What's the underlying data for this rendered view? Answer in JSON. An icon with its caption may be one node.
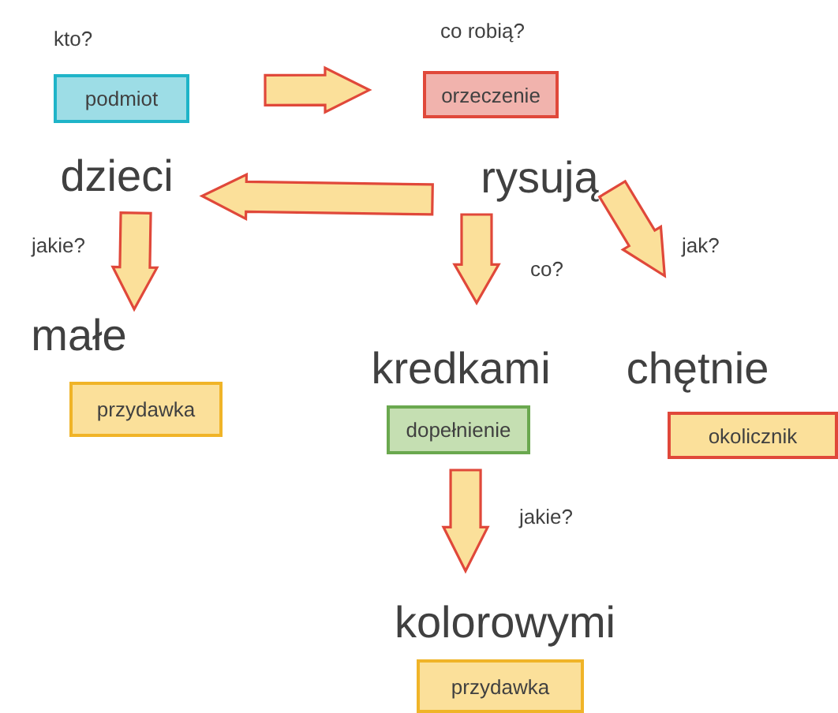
{
  "diagram": {
    "nodes": [
      {
        "text": [
          "podmiot"
        ]
      },
      {
        "text": [
          "orzeczenie"
        ]
      },
      {
        "text": [
          "dzieci"
        ]
      },
      {
        "text": [
          "rysują"
        ]
      },
      {
        "text": [
          "małe"
        ]
      },
      {
        "text": [
          "przydawka"
        ]
      },
      {
        "text": [
          "kredkami"
        ]
      },
      {
        "text": [
          "chętnie"
        ]
      },
      {
        "text": [
          "dopełnienie"
        ]
      },
      {
        "text": [
          "okolicznik"
        ]
      },
      {
        "text": [
          "kolorowymi"
        ]
      },
      {
        "text": [
          "przydawka"
        ]
      }
    ],
    "edges": [
      {
        "from": 0,
        "to": 1,
        "arrow": "to"
      },
      {
        "from": 3,
        "to": 2,
        "arrow": "to"
      },
      {
        "from": 2,
        "to": 4,
        "label": "jakie?",
        "arrow": "to"
      },
      {
        "from": 3,
        "to": 6,
        "label": "co?",
        "arrow": "to"
      },
      {
        "from": 3,
        "to": 7,
        "label": "jak?",
        "arrow": "to"
      },
      {
        "from": 8,
        "to": 10,
        "label": "jakie?",
        "arrow": "to"
      }
    ],
    "labels": [
      "kto?",
      "co robią?"
    ]
  }
}
